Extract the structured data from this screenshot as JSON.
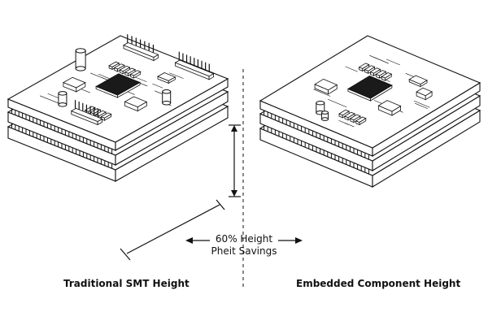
{
  "labels": {
    "left_caption": "Traditional SMT Height",
    "right_caption": "Embedded Component Height",
    "savings_line1": "60% Height",
    "savings_line2": "Pheit Savings"
  },
  "colors": {
    "ink": "#111111",
    "board_fill": "#ffffff",
    "chip_fill": "#1a1a1a"
  }
}
